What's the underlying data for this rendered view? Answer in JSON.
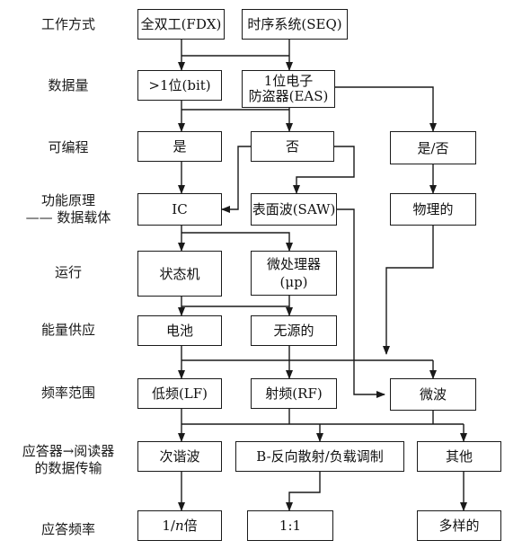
{
  "rows": {
    "operation_mode": "工作方式",
    "data_amount": "数据量",
    "programmable": "可编程",
    "principle_line1": "功能原理",
    "principle_line2": "—— 数据载体",
    "running": "运行",
    "power_supply": "能量供应",
    "frequency_range": "频率范围",
    "response_line1": "应答器→阅读器",
    "response_line2": "的数据传输",
    "response_frequency": "应答频率"
  },
  "boxes": {
    "fdx": "全双工(FDX)",
    "seq": "时序系统(SEQ)",
    "more_bit": ">1位(bit)",
    "eas_line1": "1位电子",
    "eas_line2": "防盗器(EAS)",
    "yes": "是",
    "no": "否",
    "yes_no": "是/否",
    "ic": "IC",
    "saw": "表面波(SAW)",
    "physical": "物理的",
    "state_machine": "状态机",
    "microprocessor_line1": "微处理器",
    "microprocessor_line2": "(μp)",
    "battery": "电池",
    "passive": "无源的",
    "lf": "低频(LF)",
    "rf": "射频(RF)",
    "microwave": "微波",
    "subharmonic": "次谐波",
    "backscatter": "B-反向散射/负载调制",
    "other": "其他",
    "one_over_n_prefix": "1/",
    "one_over_n_var": "n",
    "one_over_n_suffix": "倍",
    "one_to_one": "1:1",
    "various": "多样的"
  }
}
